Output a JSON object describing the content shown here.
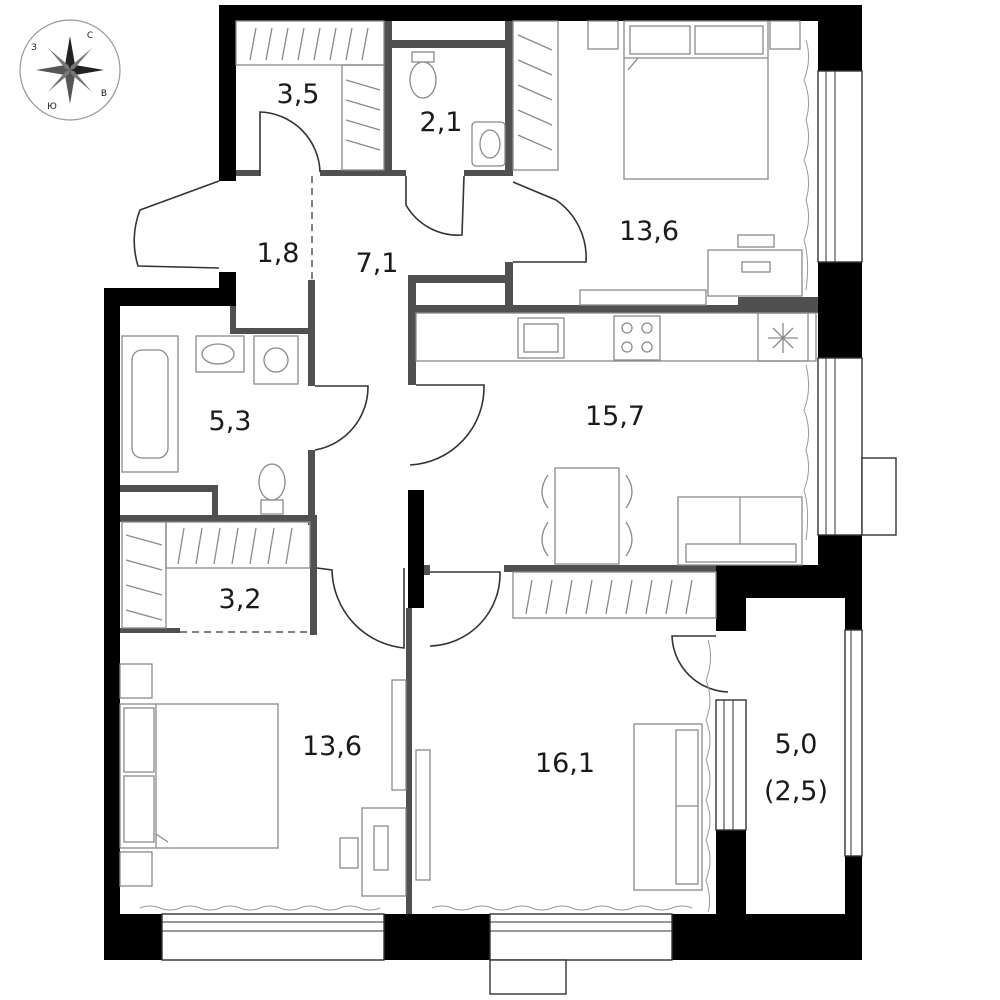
{
  "compass": {
    "letters": [
      "С",
      "В",
      "Ю",
      "З"
    ]
  },
  "rooms": [
    {
      "id": "wardrobe-top",
      "area": "3,5"
    },
    {
      "id": "toilet",
      "area": "2,1"
    },
    {
      "id": "bedroom-top",
      "area": "13,6"
    },
    {
      "id": "entry",
      "area": "1,8"
    },
    {
      "id": "hall",
      "area": "7,1"
    },
    {
      "id": "bathroom",
      "area": "5,3"
    },
    {
      "id": "kitchen",
      "area": "15,7"
    },
    {
      "id": "wardrobe-left",
      "area": "3,2"
    },
    {
      "id": "bedroom-bottom",
      "area": "13,6"
    },
    {
      "id": "living",
      "area": "16,1"
    },
    {
      "id": "balcony",
      "area": "5,0",
      "sub_area": "(2,5)"
    }
  ]
}
